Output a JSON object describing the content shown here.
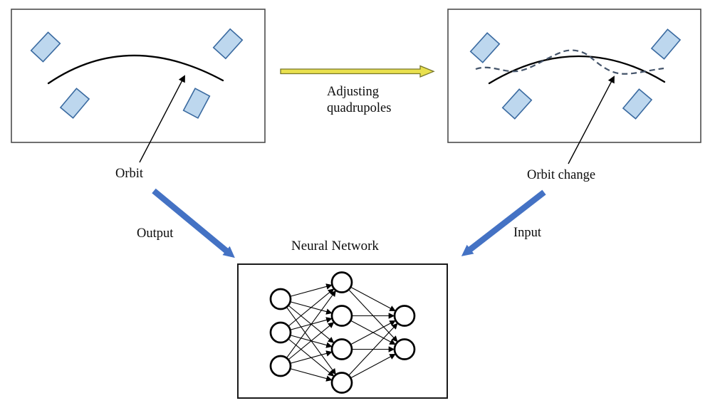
{
  "labels": {
    "orbit": "Orbit",
    "orbit_change": "Orbit change",
    "adjusting_quadrupoles": "Adjusting\nquadrupoles",
    "output": "Output",
    "input": "Input",
    "neural_network": "Neural Network"
  },
  "colors": {
    "quadrupole_fill": "#BDD7EE",
    "quadrupole_stroke": "#3A6AA0",
    "yellow_arrow_fill": "#E9E04E",
    "yellow_arrow_stroke": "#77772A",
    "blue_arrow": "#4472C4",
    "dashed_orbit": "#44546A",
    "line": "#000000"
  },
  "diagram": {
    "left_panel": {
      "name": "orbit-before",
      "quadrupole_count": 4,
      "curves": [
        "orbit"
      ]
    },
    "right_panel": {
      "name": "orbit-after",
      "quadrupole_count": 4,
      "curves": [
        "orbit",
        "orbit-change-dashed"
      ]
    },
    "process_arrow": {
      "from": "orbit-before",
      "to": "orbit-after"
    },
    "neural_network": {
      "layers": [
        3,
        4,
        2
      ]
    }
  }
}
